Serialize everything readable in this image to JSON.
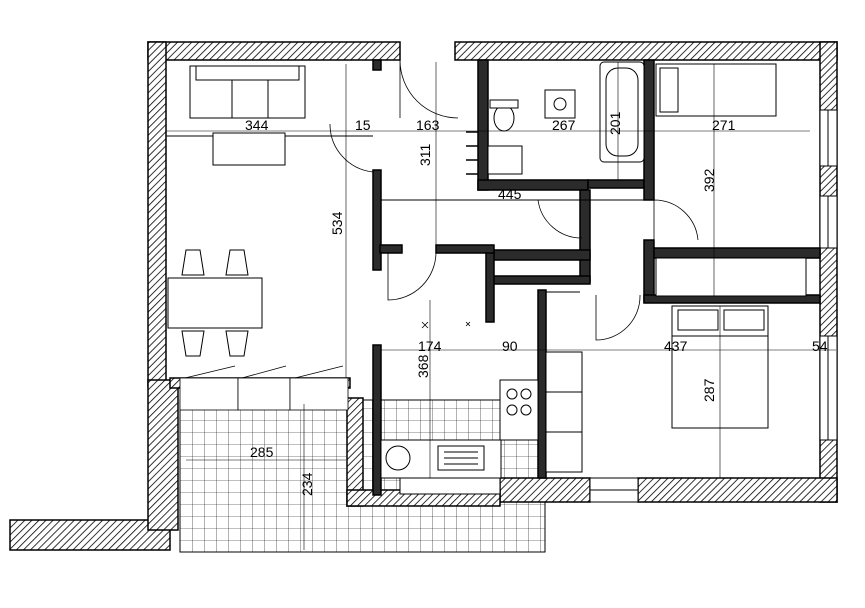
{
  "plan": {
    "dimensions": {
      "living_width": "344",
      "living_depth": "534",
      "hall_gap": "15",
      "hall_width": "163",
      "hall_depth": "311",
      "bath_width": "267",
      "bath_depth": "201",
      "bath_total": "445",
      "bed1_width": "271",
      "bed1_depth": "392",
      "kitchen_width": "174",
      "kitchen_nook": "90",
      "kitchen_depth": "368",
      "bed2_width": "437",
      "bed2_depth": "287",
      "bed2_ext": "54",
      "terrace_width": "285",
      "terrace_depth": "234"
    }
  }
}
